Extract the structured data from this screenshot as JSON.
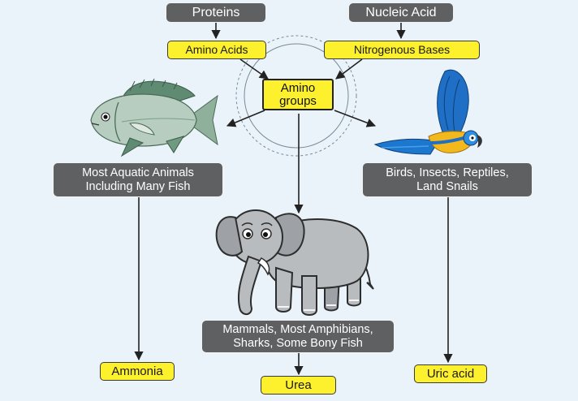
{
  "nodes": {
    "proteins": "Proteins",
    "nucleic_acid": "Nucleic Acid",
    "amino_acids": "Amino Acids",
    "nitrogenous_bases": "Nitrogenous Bases",
    "amino_groups": "Amino groups",
    "aquatic": "Most Aquatic Animals Including Many Fish",
    "birds": "Birds, Insects, Reptiles, Land Snails",
    "mammals": "Mammals, Most Amphibians, Sharks, Some Bony Fish",
    "ammonia": "Ammonia",
    "urea": "Urea",
    "uric_acid": "Uric acid"
  },
  "colors": {
    "background": "#e9f3f9",
    "label_box": "#5f6061",
    "product_box": "#fdf02c",
    "arrow": "#222222"
  },
  "illustrations": [
    "fish-illustration",
    "parrot-illustration",
    "elephant-illustration"
  ]
}
